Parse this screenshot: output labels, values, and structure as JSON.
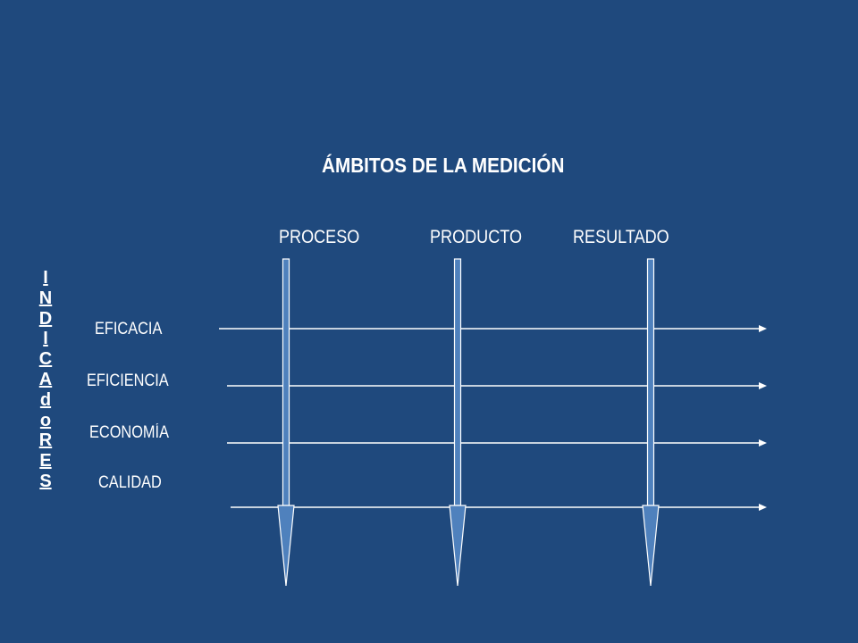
{
  "title": "ÁMBITOS DE LA MEDICIÓN",
  "columns": [
    "PROCESO",
    "PRODUCTO",
    "RESULTADO"
  ],
  "rows": [
    "EFICACIA",
    "EFICIENCIA",
    "ECONOMÍA",
    "CALIDAD"
  ],
  "side_label": [
    "I",
    "N",
    "D",
    "I",
    "C",
    "A",
    "d",
    "o",
    "R",
    "E",
    "S"
  ],
  "colors": {
    "background": "#1f497d",
    "text": "#ffffff",
    "arrow_fill": "#4f81bd",
    "line": "#ffffff"
  }
}
